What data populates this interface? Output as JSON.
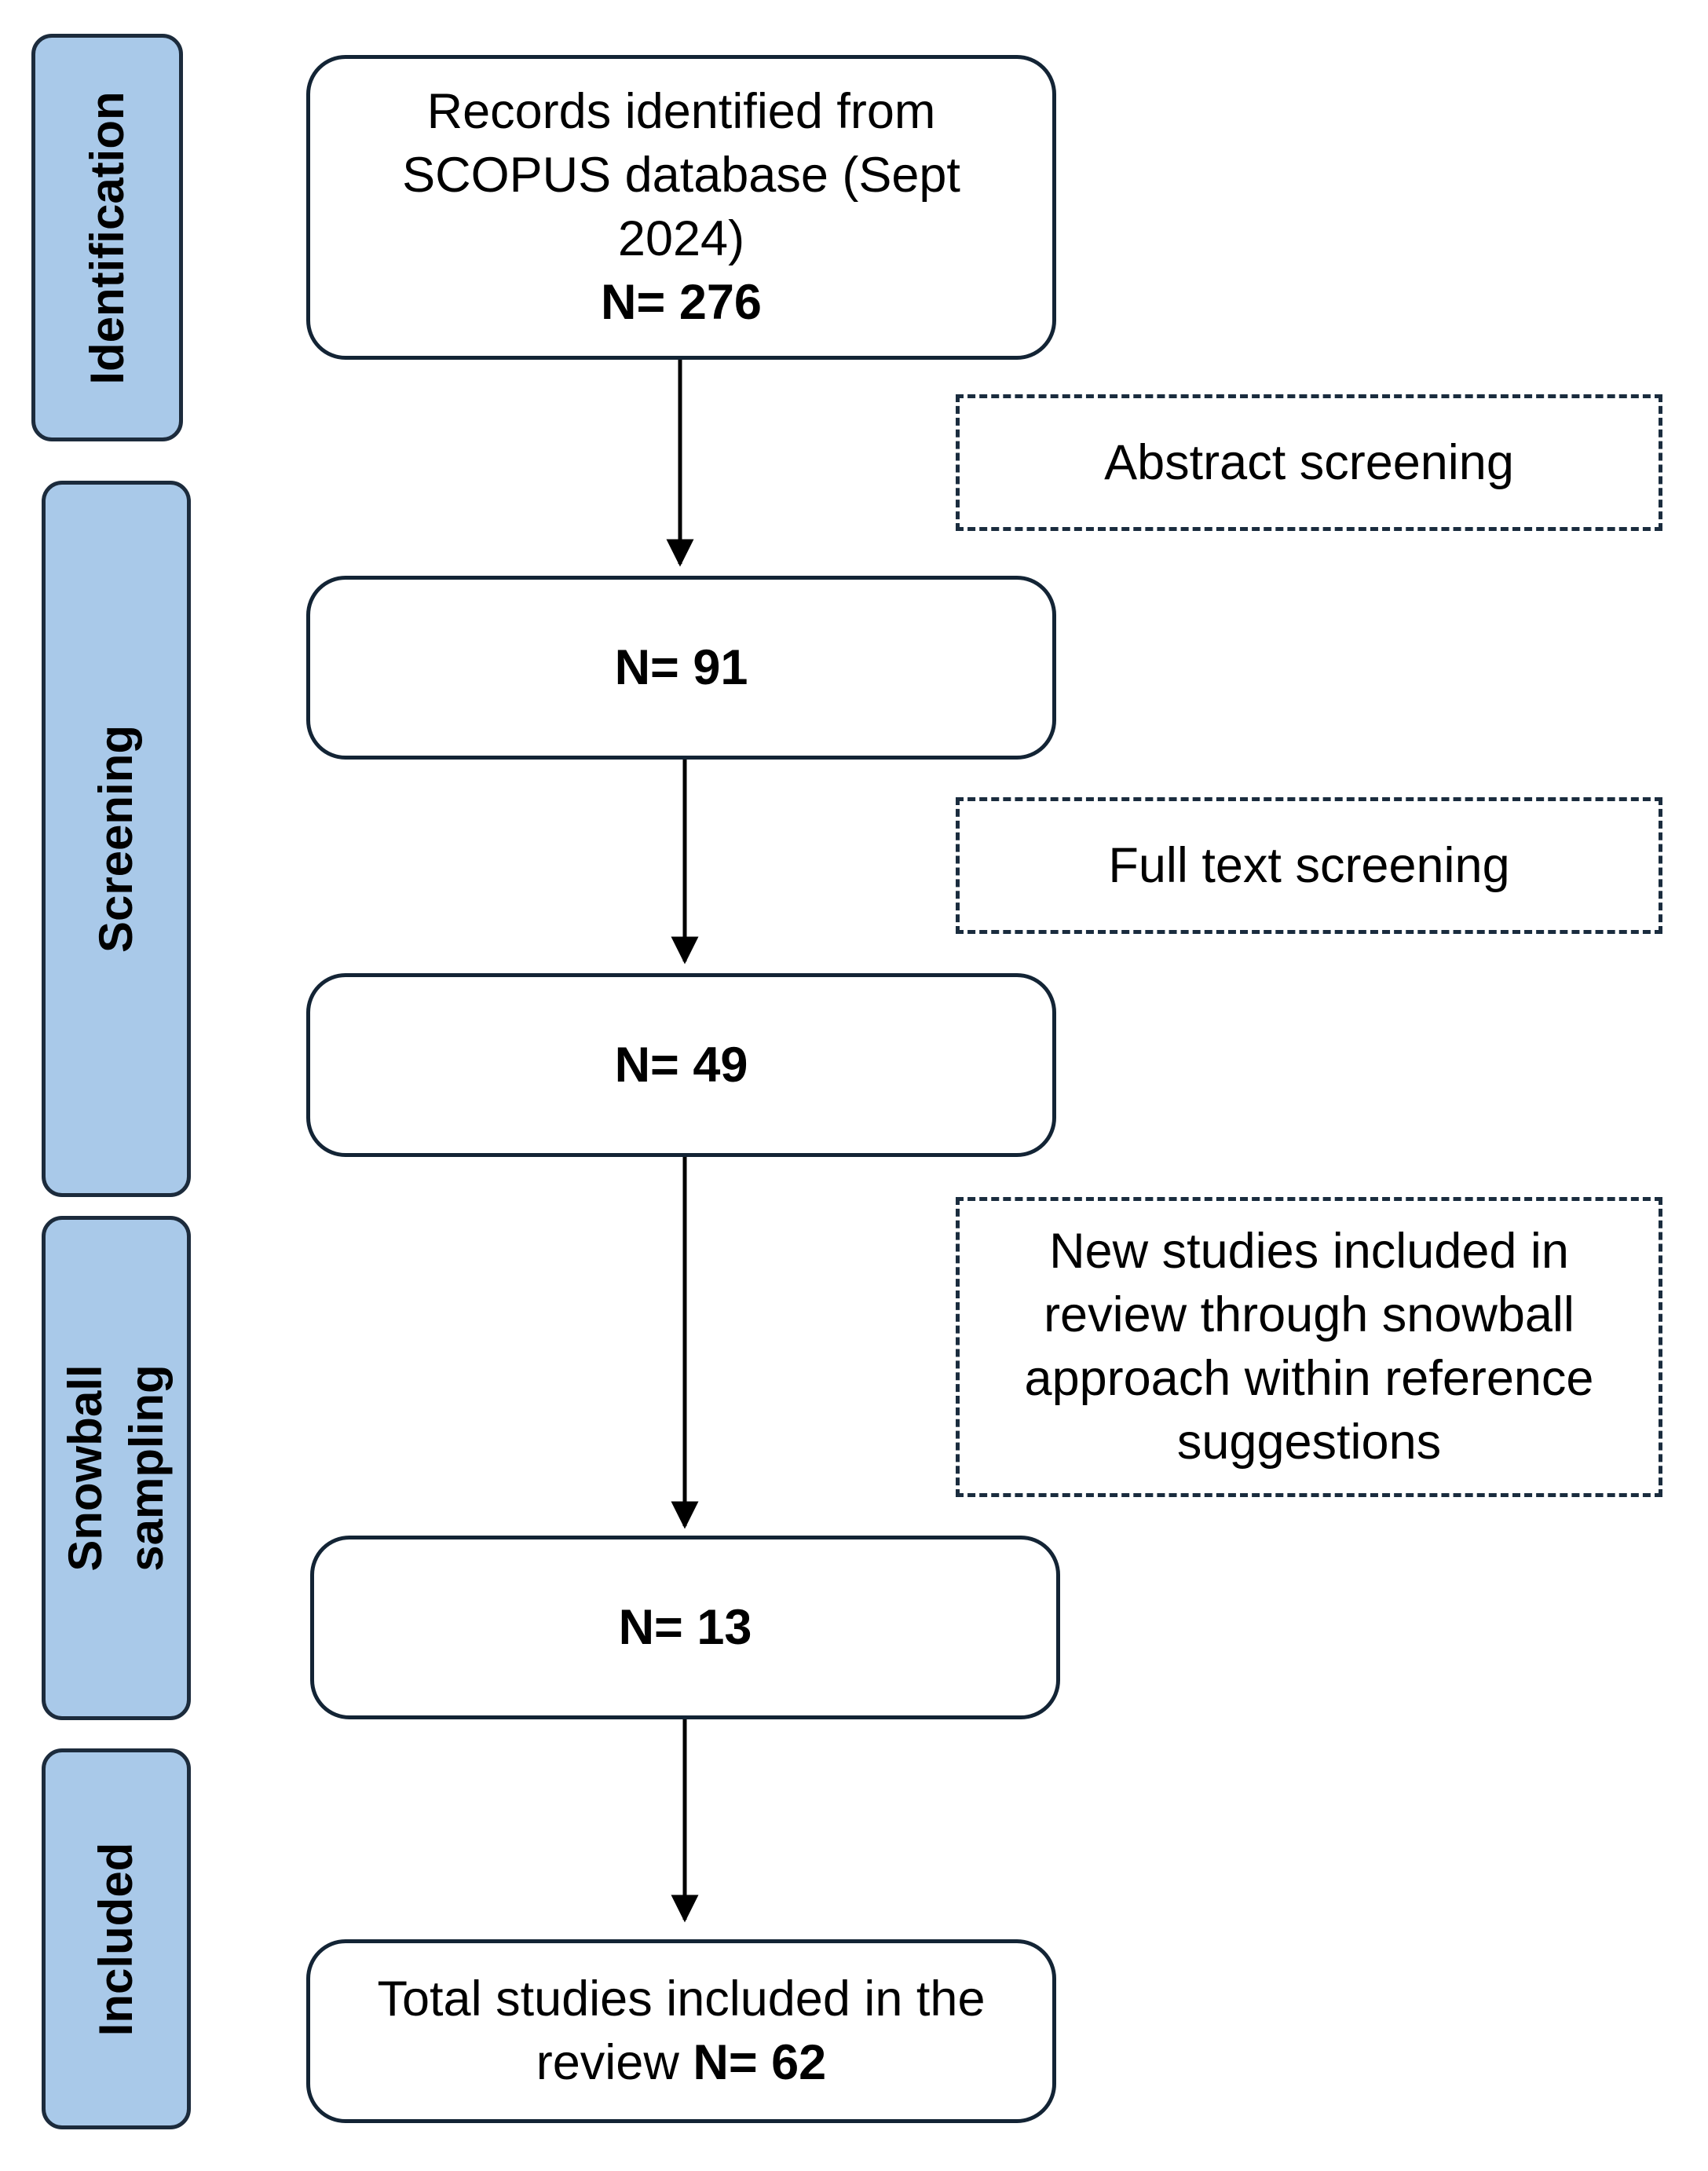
{
  "phases": {
    "identification": "Identification",
    "screening": "Screening",
    "snowball": "Snowball\nsampling",
    "included": "Included"
  },
  "boxes": {
    "records": {
      "line1": "Records identified from",
      "line2": "SCOPUS database (Sept",
      "line3": "2024)",
      "count": "N= 276"
    },
    "screened_abstract": "N= 91",
    "screened_fulltext": "N= 49",
    "snowball": "N= 13",
    "total": {
      "line1": "Total studies included in the",
      "line2_prefix": "review ",
      "count": "N= 62"
    }
  },
  "notes": {
    "abstract": "Abstract screening",
    "fulltext": "Full text screening",
    "snowball": {
      "line1": "New studies included in",
      "line2": "review through snowball",
      "line3": "approach within reference",
      "line4": "suggestions"
    }
  },
  "colors": {
    "phase_fill": "#a9c9e9",
    "phase_border": "#1c2b3c",
    "box_border": "#132435",
    "arrow": "#000000"
  }
}
